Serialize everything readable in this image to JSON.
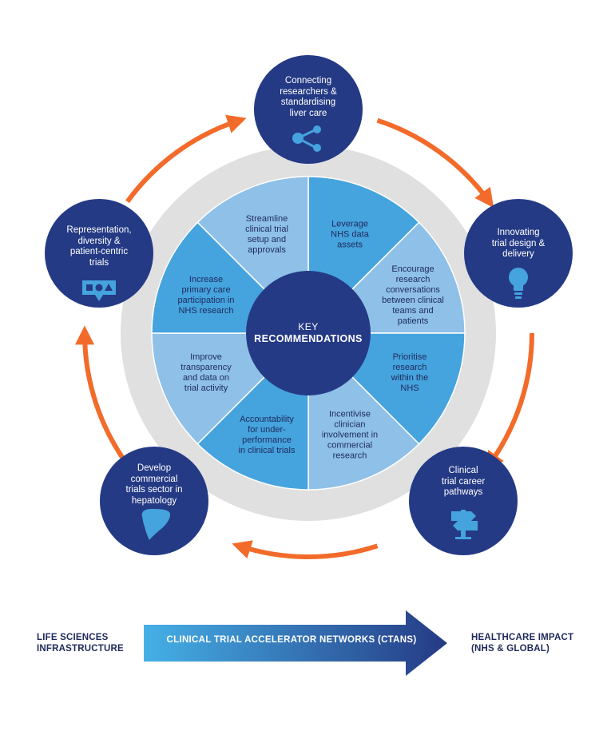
{
  "colors": {
    "navy": "#253a85",
    "light_blue": "#8ec0e8",
    "mid_blue": "#45a3de",
    "grey_ring": "#e0e0e0",
    "orange": "#f26b2a",
    "text_dark": "#1f2a5c"
  },
  "center": {
    "line1": "KEY",
    "line2": "RECOMMENDATIONS"
  },
  "segments": [
    {
      "label": "Leverage\nNHS data\nassets",
      "tone": "mid"
    },
    {
      "label": "Encourage\nresearch\nconversations\nbetween clinical\nteams and\npatients",
      "tone": "light"
    },
    {
      "label": "Prioritise\nresearch\nwithin the\nNHS",
      "tone": "mid"
    },
    {
      "label": "Incentivise\nclinician\ninvolvement in\ncommercial\nresearch",
      "tone": "light"
    },
    {
      "label": "Accountability\nfor under-\nperformance\nin clinical trials",
      "tone": "mid"
    },
    {
      "label": "Improve\ntransparency\nand data on\ntrial activity",
      "tone": "light"
    },
    {
      "label": "Increase\nprimary care\nparticipation in\nNHS research",
      "tone": "mid"
    },
    {
      "label": "Streamline\nclinical trial\nsetup and\napprovals",
      "tone": "light"
    }
  ],
  "nodes": [
    {
      "label": "Connecting\nresearchers &\nstandardising\nliver care",
      "icon": "share-network-icon"
    },
    {
      "label": "Innovating\ntrial design &\ndelivery",
      "icon": "lightbulb-icon"
    },
    {
      "label": "Clinical\ntrial career\npathways",
      "icon": "signpost-icon"
    },
    {
      "label": "Develop\ncommercial\ntrials sector in\nhepatology",
      "icon": "liver-icon"
    },
    {
      "label": "Representation,\ndiversity &\npatient-centric\ntrials",
      "icon": "shapes-speech-bubble-icon"
    }
  ],
  "footer": {
    "left": "LIFE SCIENCES\nINFRASTRUCTURE",
    "arrow": "CLINICAL TRIAL ACCELERATOR NETWORKS (CTANS)",
    "right": "HEALTHCARE IMPACT\n(NHS & GLOBAL)"
  }
}
